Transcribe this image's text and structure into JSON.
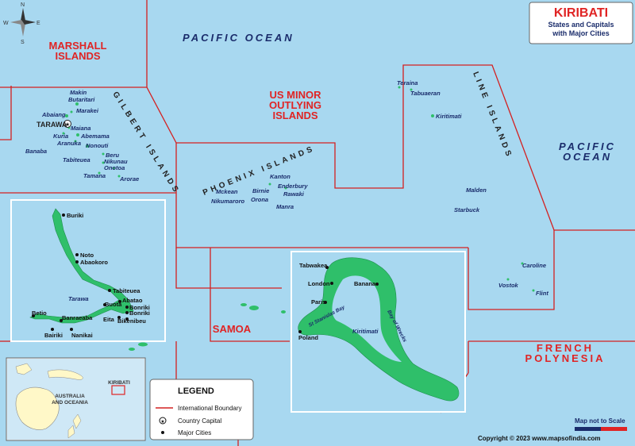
{
  "title_box": {
    "title": "KIRIBATI",
    "subtitle_1": "States and Capitals",
    "subtitle_2": "with Major Cities"
  },
  "ocean_labels": {
    "pacific_top": "PACIFIC OCEAN",
    "pacific_right_1": "PACIFIC",
    "pacific_right_2": "OCEAN"
  },
  "country_labels": {
    "marshall_1": "MARSHALL",
    "marshall_2": "ISLANDS",
    "us_minor_1": "US MINOR",
    "us_minor_2": "OUTLYING",
    "us_minor_3": "ISLANDS",
    "samoa": "SAMOA",
    "french_1": "FRENCH",
    "french_2": "POLYNESIA"
  },
  "group_labels": {
    "gilbert": "GILBERT ISLANDS",
    "phoenix": "PHOENIX ISLANDS",
    "line": "LINE ISLANDS"
  },
  "capital": {
    "name": "TARAWA"
  },
  "islands": {
    "makin": "Makin",
    "butaritari": "Butaritari",
    "marakei": "Marakei",
    "abaiang": "Abaiang",
    "maiana": "Maiana",
    "kuria": "Kuria",
    "abemama": "Abemama",
    "aranuka": "Aranuka",
    "nonouti": "Nonouti",
    "banaba": "Banaba",
    "tabiteuea": "Tabiteuea",
    "beru": "Beru",
    "nikunau": "Nikunau",
    "onotoa": "Onotoa",
    "tamana": "Tamana",
    "arorae": "Arorae",
    "kanton": "Kanton",
    "enderbury": "Enderbury",
    "birnie": "Birnie",
    "rawaki": "Rawaki",
    "mckean": "Mckean",
    "nikumaroro": "Nikumaroro",
    "orona": "Orona",
    "manra": "Manra",
    "teraina": "Teraina",
    "tabuaeran": "Tabuaeran",
    "kiritimati": "Kiritimati",
    "malden": "Malden",
    "starbuck": "Starbuck",
    "caroline": "Caroline",
    "vostok": "Vostok",
    "flint": "Flint"
  },
  "tarawa_inset": {
    "buriki": "Buriki",
    "noto": "Noto",
    "abaokoro": "Abaokoro",
    "tarawa": "Tarawa",
    "tabiteuea": "Tabiteuea",
    "abatao": "Abatao",
    "buota": "Buota",
    "bonriki_1": "Bonriki",
    "bonriki_2": "Bonriki",
    "eita": "Eita",
    "bikenibeu": "Bikenibeu",
    "betio": "Betio",
    "banraeaba": "Banraeaba",
    "bairiki": "Bairiki",
    "nanikai": "Nanikai"
  },
  "kiritimati_inset": {
    "tabwakea": "Tabwakea",
    "london": "London",
    "banana": "Banana",
    "paris": "Paris",
    "poland": "Poland",
    "kiritimati": "Kiritimati",
    "st_stanislas_bay": "St Stanislas Bay",
    "bay_of_wrecks": "Bay of Wrecks"
  },
  "locator": {
    "region_1": "AUSTRALIA",
    "region_2": "AND OCEANIA",
    "country": "KIRIBATI"
  },
  "legend": {
    "title": "LEGEND",
    "boundary": "International Boundary",
    "capital": "Country Capital",
    "cities": "Major Cities"
  },
  "compass": {
    "n": "N",
    "s": "S",
    "e": "E",
    "w": "W"
  },
  "footer": {
    "scale": "Map not to Scale",
    "copyright": "Copyright © 2023 www.mapsofindia.com"
  },
  "colors": {
    "ocean": "#a8d8f0",
    "land": "#2fbf6a",
    "boundary": "#d42020",
    "label_red": "#e02424",
    "label_navy": "#1a2c6b",
    "lagoon": "#a8d8f0"
  }
}
